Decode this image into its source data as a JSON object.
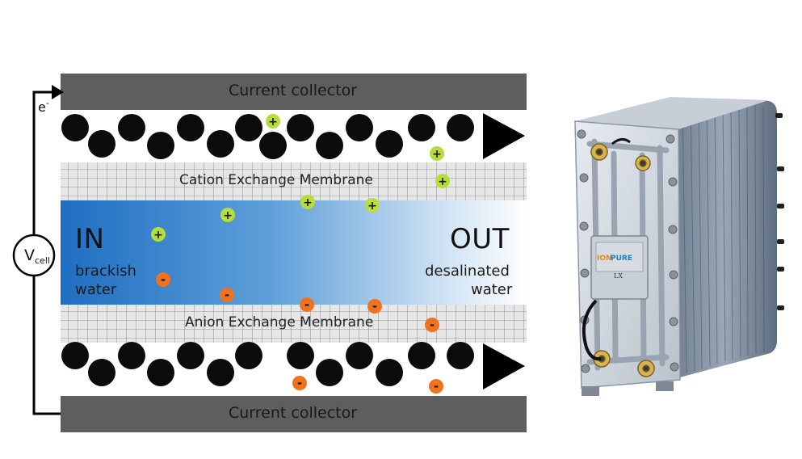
{
  "diagram": {
    "current_collector_top": "Current collector",
    "current_collector_bottom": "Current collector",
    "cation_membrane": "Cation Exchange Membrane",
    "anion_membrane": "Anion Exchange Membrane",
    "inlet_label": "IN",
    "inlet_sub_1": "brackish",
    "inlet_sub_2": "water",
    "outlet_label": "OUT",
    "outlet_sub_1": "desalinated",
    "outlet_sub_2": "water",
    "electron_label": "e",
    "electron_sup": "-",
    "voltage_main": "V",
    "voltage_sub": "cell",
    "cation_symbol": "+",
    "anion_symbol": "-"
  },
  "device": {
    "brand_left": "ION",
    "brand_right": "PURE",
    "model": "LX"
  },
  "colors": {
    "collector": "#5e5e5e",
    "membrane": "#e4e4e4",
    "membrane_grid": "#777777",
    "water_deep": "#1f6fc2",
    "water_light": "#ffffff",
    "carbon": "#0b0b0b",
    "cation": "#b6de3a",
    "anion": "#f0721f"
  }
}
